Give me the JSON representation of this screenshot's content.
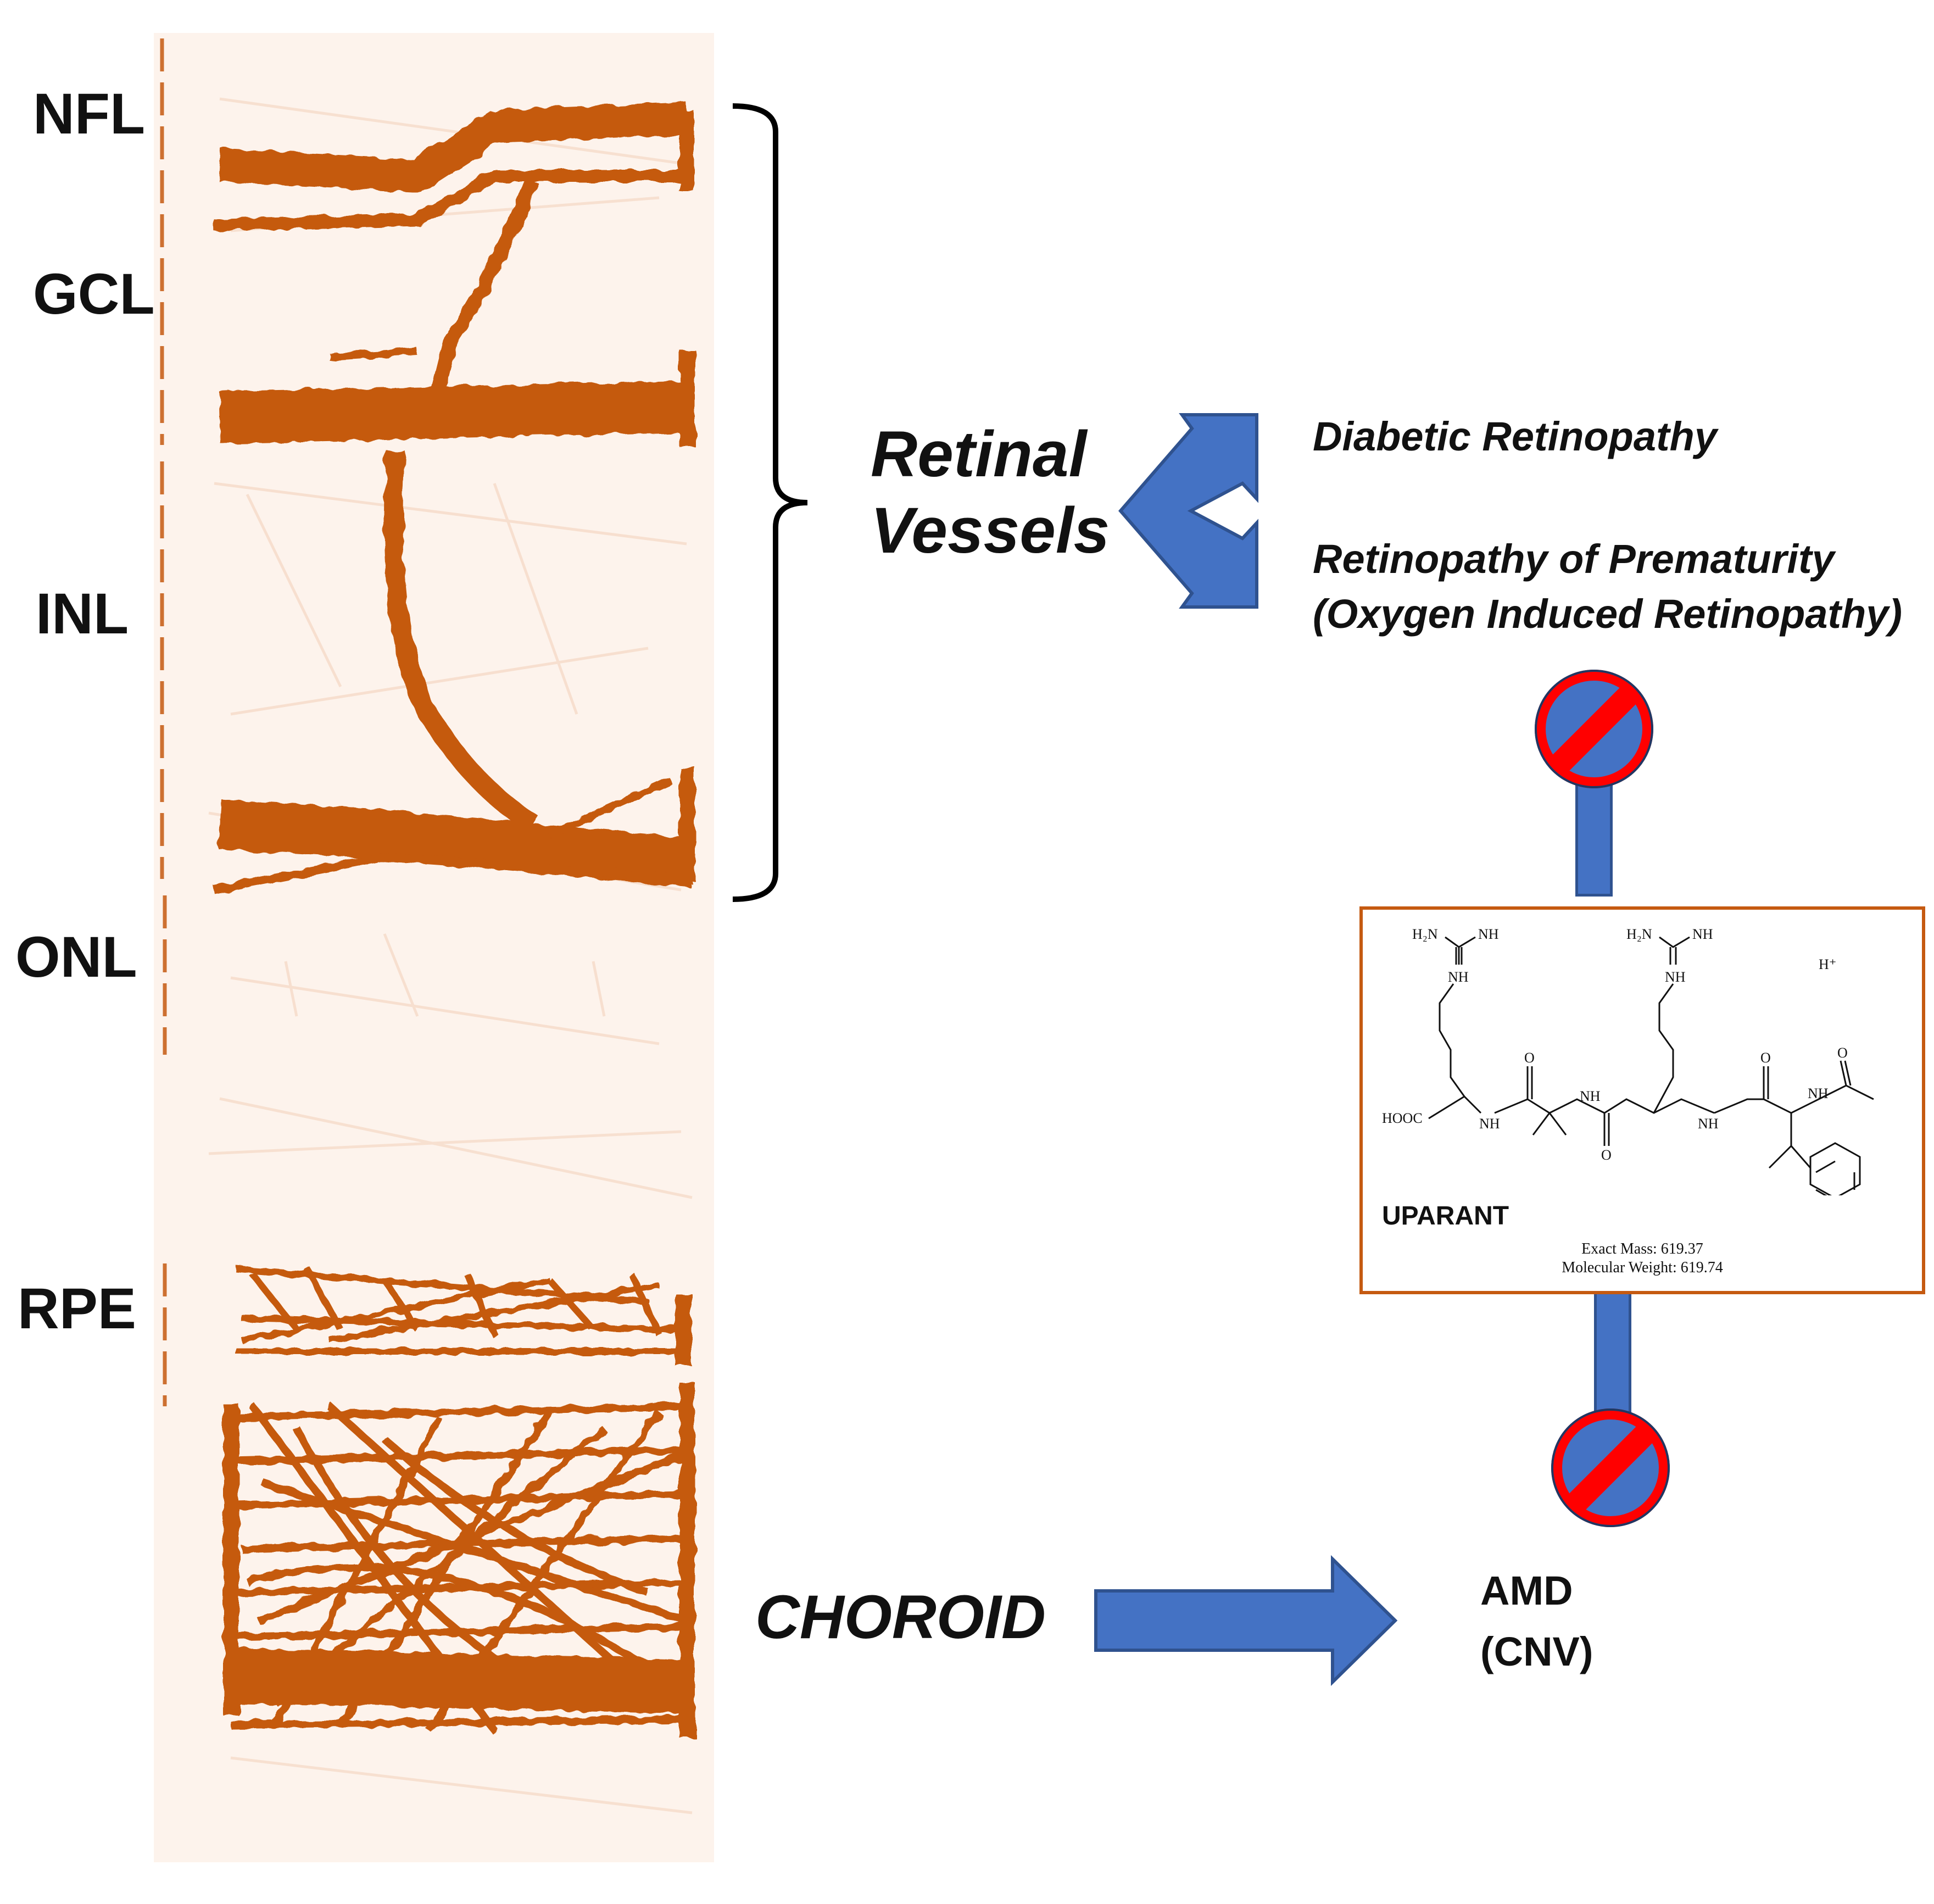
{
  "layers": [
    "NFL",
    "GCL",
    "INL",
    "ONL",
    "RPE"
  ],
  "retinal_vessels": {
    "line1": "Retinal",
    "line2": "Vessels"
  },
  "diseases": {
    "dr": "Diabetic Retinopathy",
    "rop_line1": "Retinopathy of Prematurity",
    "rop_line2": "(Oxygen Induced Retinopathy)"
  },
  "choroid": "CHOROID",
  "amd": {
    "line1": "AMD",
    "line2": "(CNV)"
  },
  "compound": {
    "name": "UPARANT",
    "exact_mass": "Exact Mass: 619.37",
    "molecular_weight": "Molecular Weight: 619.74",
    "hplus": "H⁺",
    "h2n_1": "H₂N",
    "nh_1": "NH",
    "nh_2": "NH",
    "h2n_2": "H₂N",
    "nh_3": "NH",
    "nh_4": "NH",
    "hooc": "HOOC",
    "nh_5": "NH",
    "nh_6": "NH",
    "nh_7": "NH",
    "nh_8": "NH",
    "o_1": "O",
    "o_2": "O",
    "o_3": "O",
    "o_4": "O"
  },
  "colors": {
    "vessel": "#c55a11",
    "arrow_fill": "#4472c4",
    "arrow_stroke": "#2f528f",
    "prohibit_red": "#ff0000",
    "box_border": "#c55a11"
  },
  "icons": [
    "bracket",
    "double-chevron-arrow",
    "right-arrow",
    "prohibition-icon",
    "prohibition-icon",
    "connector-bar"
  ]
}
